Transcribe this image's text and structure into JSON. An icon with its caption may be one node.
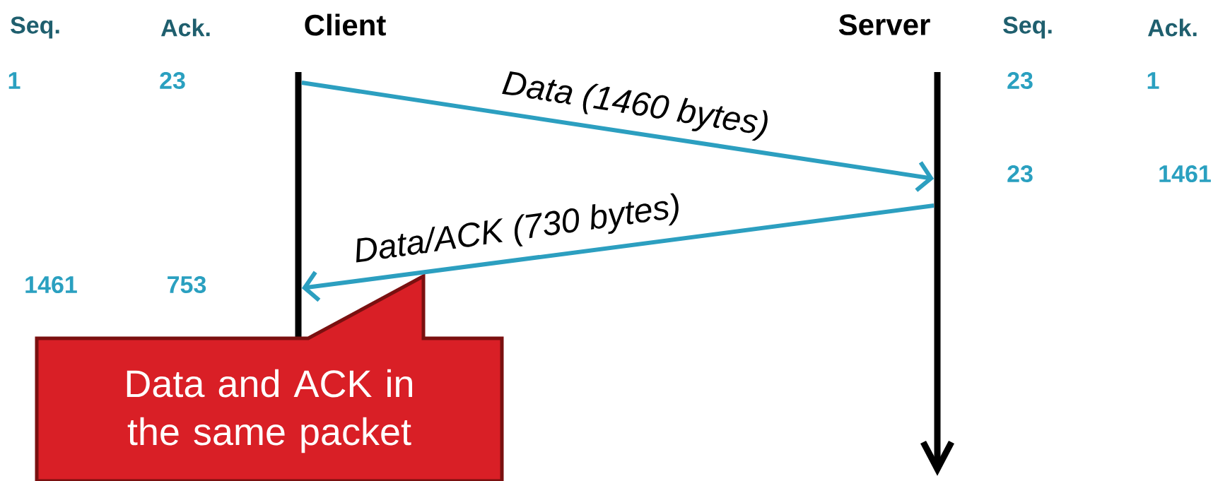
{
  "diagram": {
    "nodes": [
      {
        "text": [
          "Client"
        ]
      },
      {
        "text": [
          "Server"
        ]
      },
      {
        "text": [
          "Data and ACK in the same packet"
        ]
      }
    ],
    "edges": [
      {
        "from": 0,
        "to": 1,
        "arrow": "to",
        "label": "Data (1460 bytes)"
      },
      {
        "from": 1,
        "to": 0,
        "arrow": "to",
        "label": "Data/ACK (730 bytes)"
      }
    ],
    "labels": [
      "Seq.",
      "Ack.",
      "Seq.",
      "Ack.",
      "1",
      "23",
      "23",
      "1",
      "23",
      "1461",
      "1461",
      "753"
    ]
  }
}
